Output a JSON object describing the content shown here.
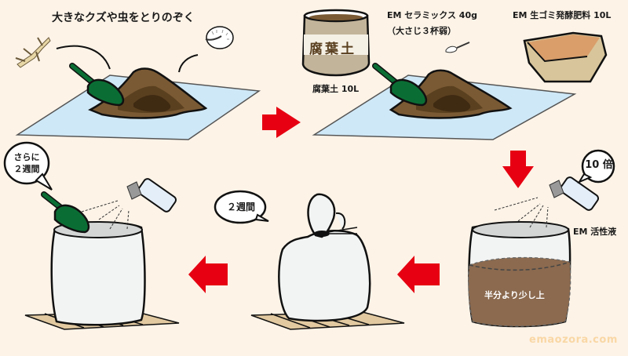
{
  "steps": [
    {
      "id": 1,
      "caption": "大きなクズや虫をとりのぞく"
    },
    {
      "id": 2,
      "ingredients": [
        {
          "name": "腐葉土 10L",
          "bag_label": "腐葉土"
        },
        {
          "name": "EM セラミックス 40g",
          "note": "（大さじ３杯弱）"
        },
        {
          "name": "EM 生ゴミ発酵肥料 10L"
        }
      ]
    },
    {
      "id": 3,
      "bubble": "10 倍",
      "spray_label": "EM 活性液",
      "fill_label": "半分より少し上"
    },
    {
      "id": 4,
      "bubble": "２週間"
    },
    {
      "id": 5,
      "bubble_line1": "さらに",
      "bubble_line2": "２週間"
    }
  ],
  "watermark": "emaozora.com",
  "colors": {
    "background": "#fdf3e7",
    "arrow": "#e60012",
    "sheet": "#cfe8f7",
    "soil": "#7a5a34",
    "soil_dark": "#3f2a12",
    "trowel": "#0a6e34",
    "bag": "#f2f4f3",
    "pallet": "#e2c9a0",
    "compost_fill": "#8b6a4f",
    "watermark": "#f9d7a5"
  }
}
